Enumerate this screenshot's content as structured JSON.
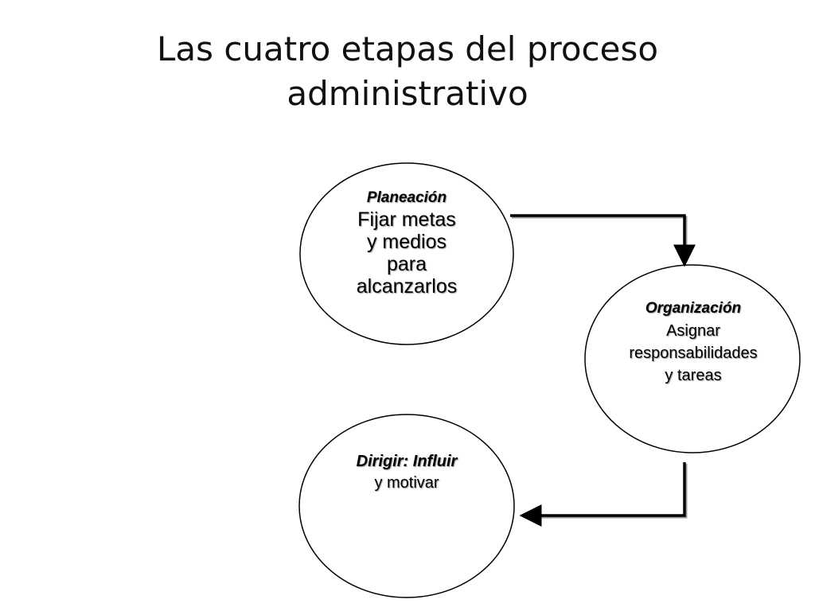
{
  "title": {
    "line1": "Las cuatro etapas del proceso",
    "line2": "administrativo"
  },
  "nodes": {
    "planeacion": {
      "title": "Planeación",
      "description": "Fijar metas\ny medios\npara\nalcanzarlos"
    },
    "organizacion": {
      "title": "Organización",
      "description": "Asignar\nresponsabilidades\ny tareas"
    },
    "dirigir": {
      "title": "Dirigir: Influir",
      "description": "y motivar"
    }
  }
}
